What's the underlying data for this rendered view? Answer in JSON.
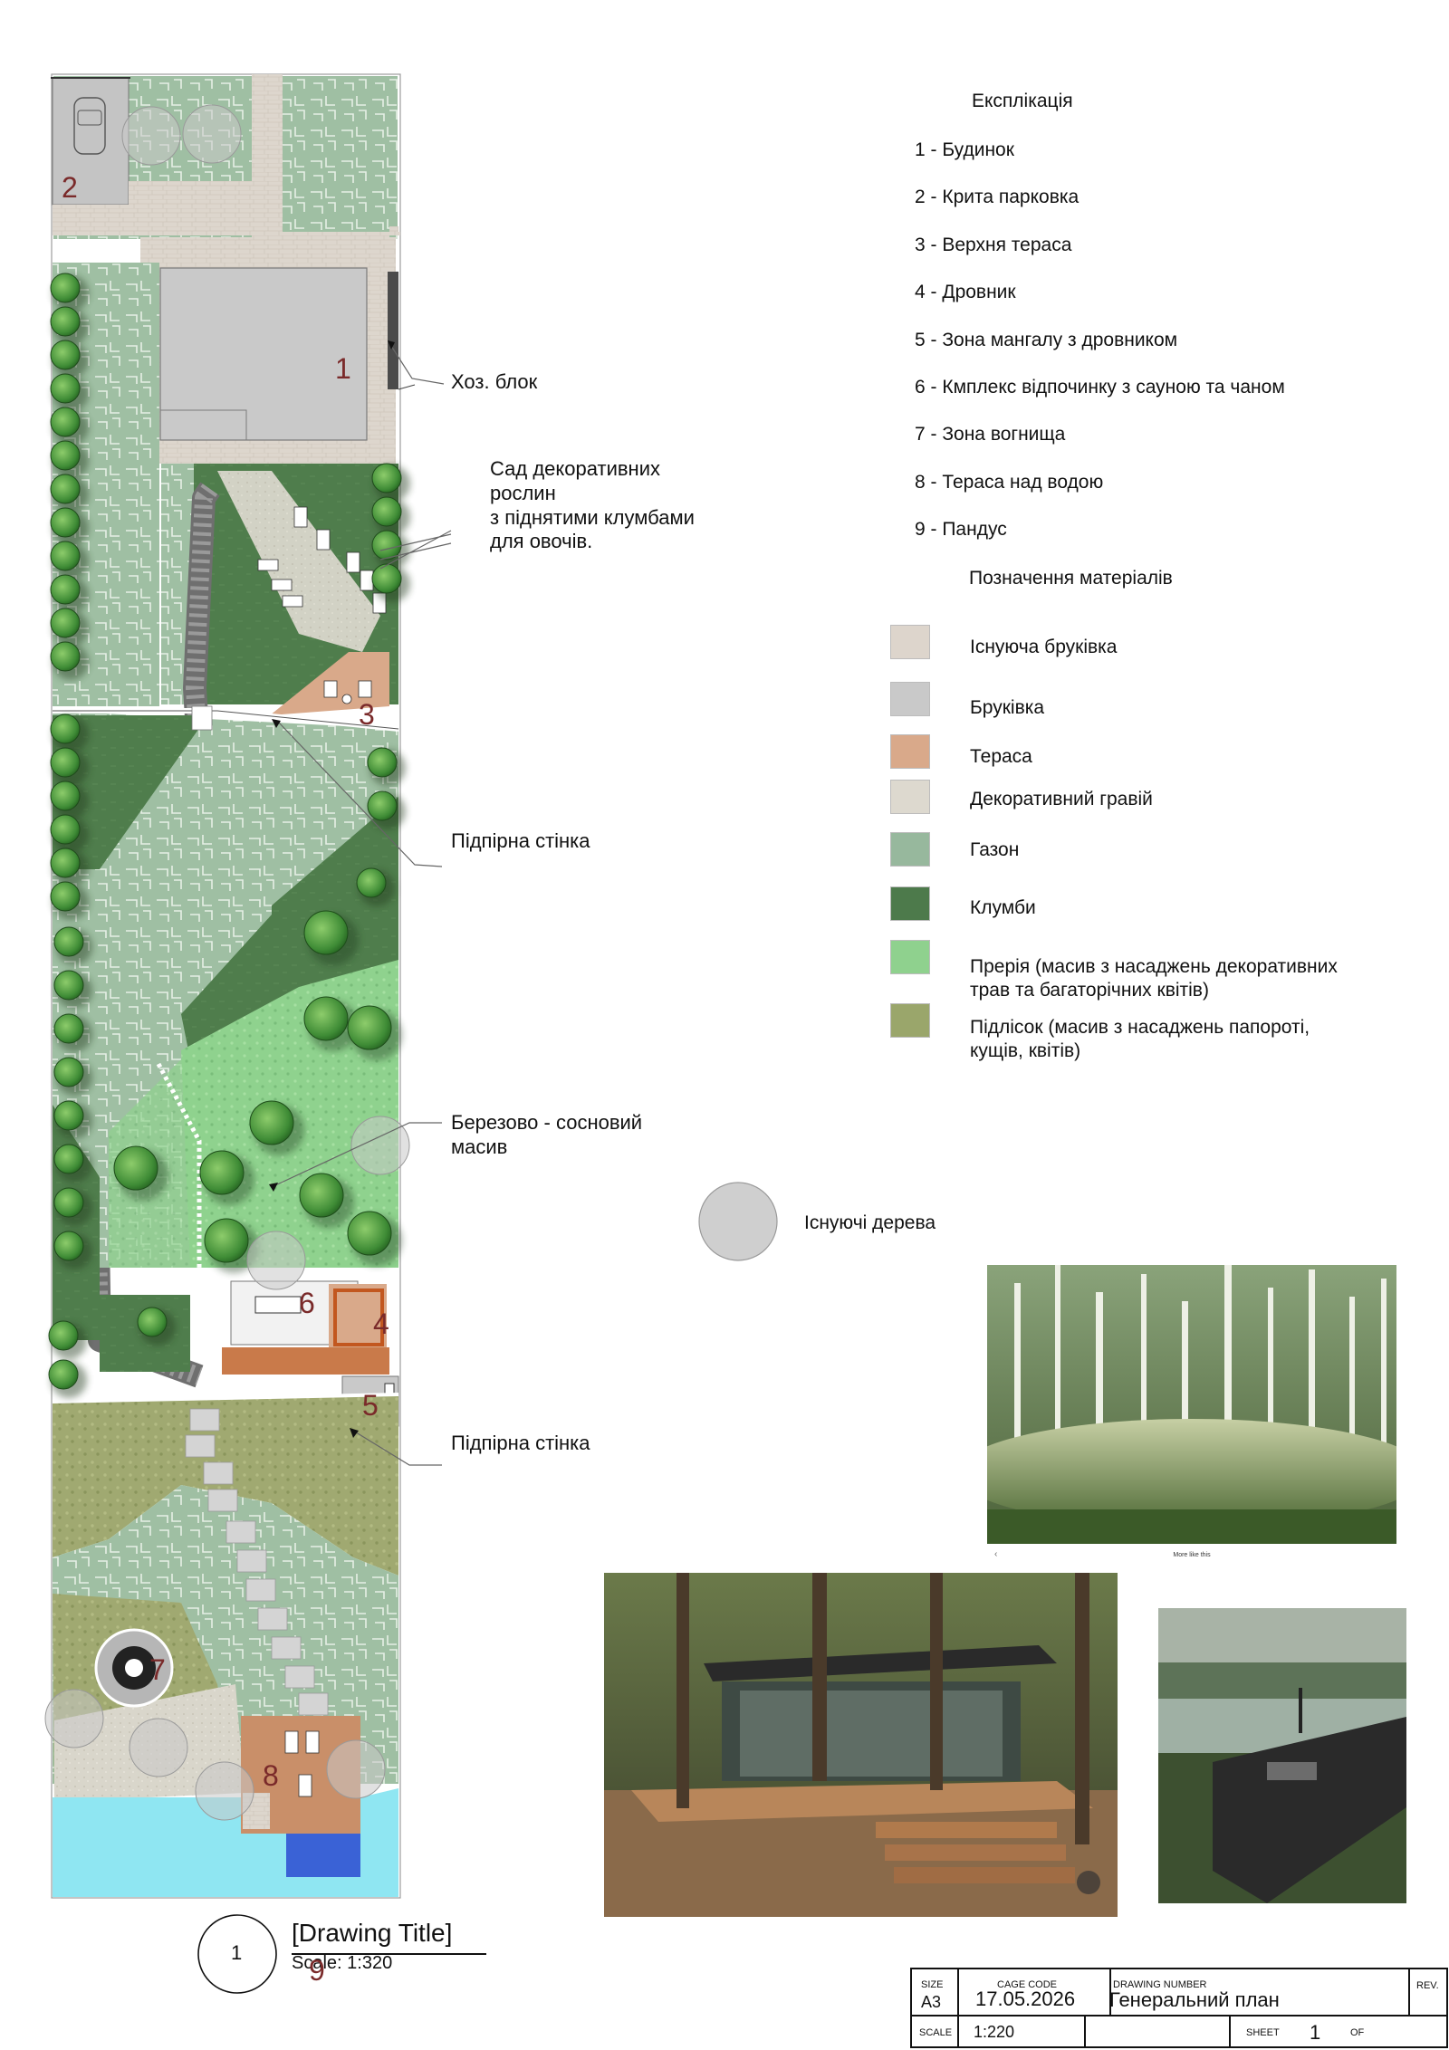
{
  "plan": {
    "zone_numbers": [
      "1",
      "2",
      "3",
      "4",
      "5",
      "6",
      "7",
      "8",
      "9"
    ],
    "callouts": {
      "utility_block": "Хоз. блок",
      "garden": [
        "Сад декоративних",
        "рослин",
        "з піднятими клумбами",
        "для овочів."
      ],
      "retaining_wall_upper": "Підпірна стінка",
      "birch_pine": [
        "Березово - сосновий",
        "масив"
      ],
      "retaining_wall_lower": "Підпірна стінка"
    }
  },
  "legend": {
    "title": "Експлікація",
    "items": [
      "1 - Будинок",
      "2 - Крита парковка",
      "3 - Верхня тераса",
      "4 - Дровник",
      "5 - Зона мангалу з дровником",
      "6 - Кмплекс відпочинку з сауною та чаном",
      "7 - Зона вогнища",
      "8 - Тераса над водою",
      "9 - Пандус"
    ]
  },
  "materials": {
    "title": "Позначення матеріалів",
    "items": [
      {
        "label": [
          "Існуюча бруківка"
        ],
        "color": "#ddd5cc"
      },
      {
        "label": [
          "Бруківка"
        ],
        "color": "#c9c9c9"
      },
      {
        "label": [
          "Тераса"
        ],
        "color": "#d9a98a"
      },
      {
        "label": [
          "Декоративний гравій"
        ],
        "color": "#ddd9cf"
      },
      {
        "label": [
          "Газон"
        ],
        "color": "#97b89d"
      },
      {
        "label": [
          "Клумби"
        ],
        "color": "#4d7a4b"
      },
      {
        "label": [
          "Прерія (масив з насаджень декоративних",
          "трав та багаторічних квітів)"
        ],
        "color": "#8fd18e"
      },
      {
        "label": [
          "Підлісок (масив з насаджень папороті,",
          "кущів, квітів)"
        ],
        "color": "#9aa66b"
      }
    ],
    "existing_trees": "Існуючі дерева"
  },
  "photos": {
    "birch_caption": "More like this"
  },
  "drawing_title": {
    "number": "1",
    "title": "[Drawing Title]",
    "scale": "Scale: 1:320"
  },
  "title_block": {
    "size_label": "SIZE",
    "size": "A3",
    "cage_label": "CAGE CODE",
    "cage_value": "17.05.2026",
    "dwg_label": "DRAWING NUMBER",
    "dwg_value": "Генеральний план",
    "rev_label": "REV.",
    "scale_label": "SCALE",
    "scale_value": "1:220",
    "sheet_label": "SHEET",
    "sheet_value": "1",
    "of_label": "OF"
  }
}
